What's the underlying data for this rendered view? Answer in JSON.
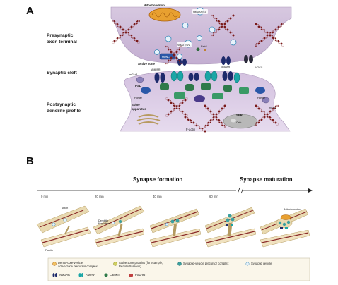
{
  "panel_a": {
    "letter": "A",
    "side_labels": {
      "presynaptic_line1": "Presynaptic",
      "presynaptic_line2": "axon terminal",
      "cleft": "Synaptic cleft",
      "postsynaptic_line1": "Postsynaptic",
      "postsynaptic_line2": "dendrite profile"
    },
    "labels": {
      "mitochondrion": "Mitochondrion",
      "nmdar_sv": "NMDAR/SV",
      "vmat2_sv": "VMAT2/SV",
      "rab3": "Rab3",
      "active_zone": "Active zone",
      "munc": "MUNC",
      "nmdar": "NMDAR",
      "vgcc": "VGCC",
      "ampar": "AMPAR",
      "mglur_left": "mGluR",
      "psd": "PSD",
      "homer_left": "Homer",
      "homer_right": "Homer",
      "mglur_right": "mGluR",
      "spine_apparatus_line1": "Spine",
      "spine_apparatus_line2": "apparatus",
      "ser_line1": "SER",
      "ser_line2": "Ca²⁺",
      "f_actin": "F-actin"
    }
  },
  "panel_b": {
    "letter": "B",
    "heading_formation": "Synapse formation",
    "heading_maturation": "Synapse maturation",
    "times": [
      "0 min",
      "20 min",
      "40 min",
      "60 min"
    ],
    "labels": {
      "axon": "Axon",
      "dendritic_line1": "Dendritic",
      "dendritic_line2": "filopodium",
      "f_actin": "F-actin",
      "mitochondrion": "Mitochondrion"
    },
    "legend": {
      "dense_core_line1": "Dense-core-vesicle",
      "dense_core_line2": "active-zone precursor complex",
      "active_zone_line1": "Active-zone proteins (for example,",
      "active_zone_line2": "Piccolo/Bassoon)",
      "sv_precursor": "Synaptic-vesicle precursor complex",
      "synaptic_vesicle": "Synaptic vesicle",
      "nmdar": "NMDAR",
      "ampar": "AMPAR",
      "camkii": "CaMKII",
      "psd95": "PSD-95"
    }
  },
  "colors": {
    "presynaptic_fill": "#c9b8d3",
    "postsynaptic_fill": "#dccde6",
    "actin": "#7a1a1a",
    "receptor_dark": "#1d2a6b",
    "receptor_teal": "#1aa6a6",
    "psd_green": "#2f7a4a",
    "axon_fill": "#e8d9b0",
    "panel_b_bg": "#f2ecdc"
  }
}
